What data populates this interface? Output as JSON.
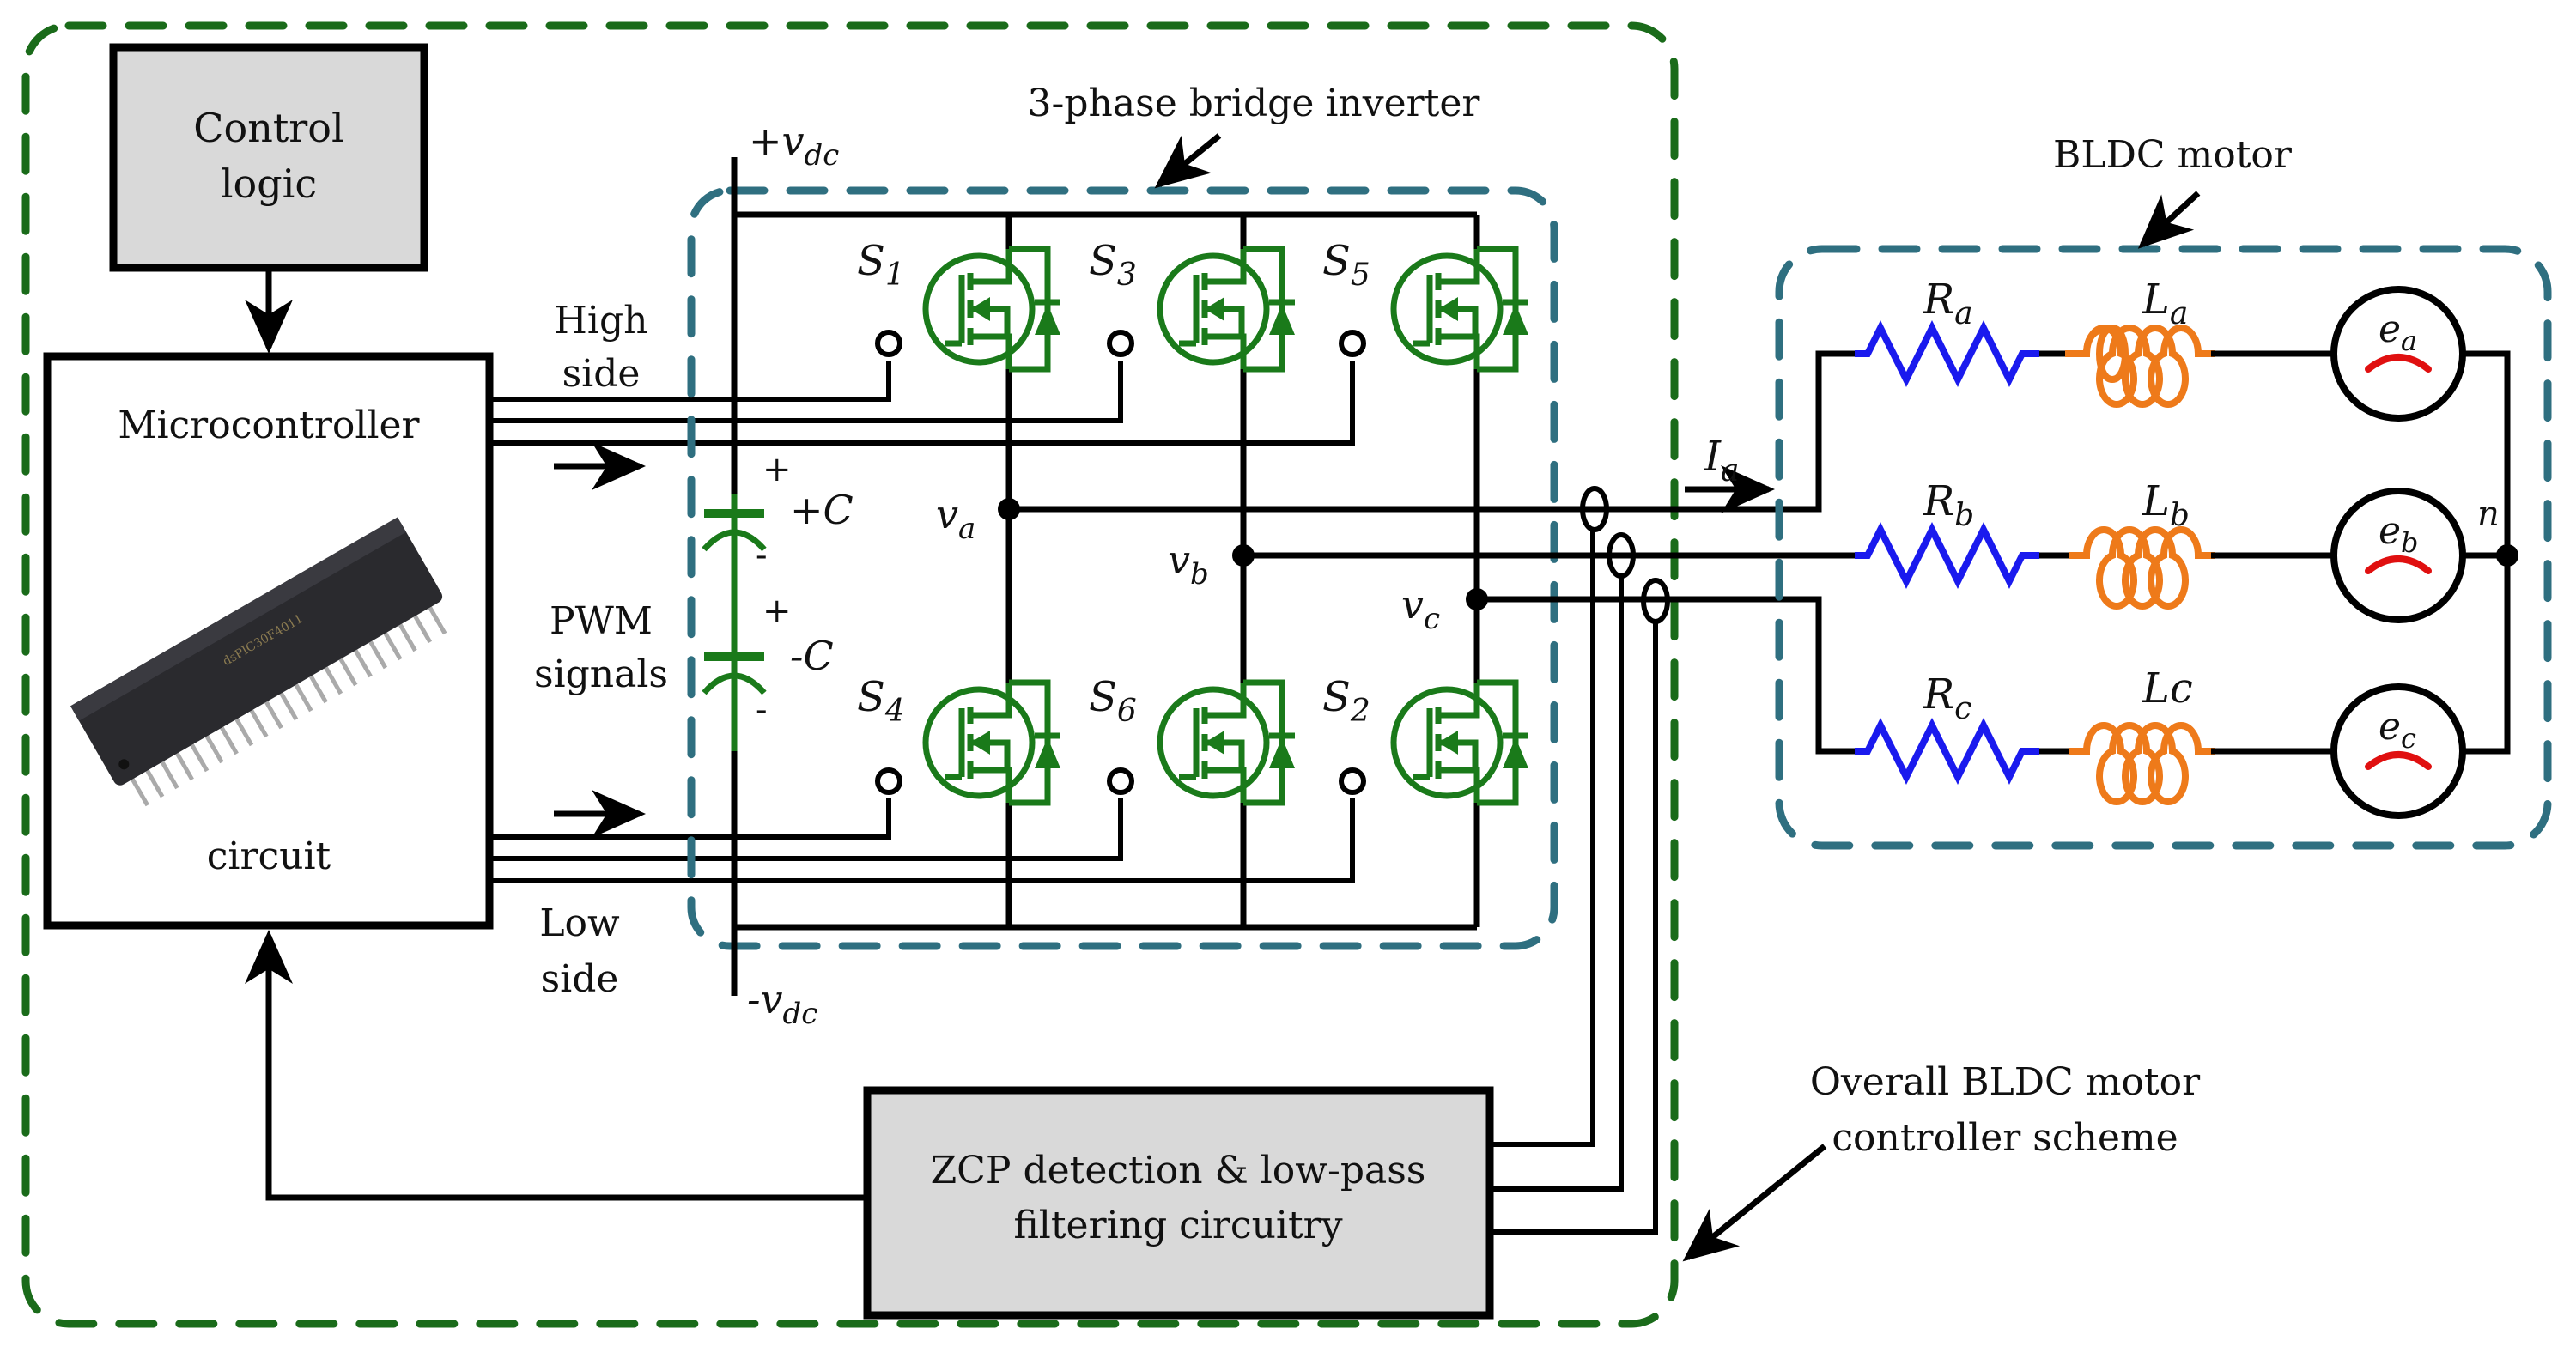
{
  "diagram": {
    "title": "BLDC motor controller block diagram",
    "blocks": {
      "control_logic": "Control logic",
      "control_logic_l1": "Control",
      "control_logic_l2": "logic",
      "microcontroller_top": "Microcontroller",
      "microcontroller_bottom": "circuit",
      "zcp_l1": "ZCP detection & low-pass",
      "zcp_l2": "filtering circuitry"
    },
    "labels": {
      "high_side_l1": "High",
      "high_side_l2": "side",
      "low_side_l1": "Low",
      "low_side_l2": "side",
      "pwm_l1": "PWM",
      "pwm_l2": "signals",
      "inverter_title": "3-phase bridge inverter",
      "motor_title": "BLDC motor",
      "overall_l1": "Overall BLDC motor",
      "overall_l2": "controller scheme",
      "vdc_pos": "+v",
      "vdc_pos_sub": "dc",
      "vdc_neg": "-v",
      "vdc_neg_sub": "dc",
      "cap_pos": "+C",
      "cap_neg": "-C",
      "plus": "+",
      "minus": "-",
      "current": "I",
      "current_sub": "a",
      "neutral": "n"
    },
    "switches": [
      {
        "name": "S",
        "sub": "1"
      },
      {
        "name": "S",
        "sub": "3"
      },
      {
        "name": "S",
        "sub": "5"
      },
      {
        "name": "S",
        "sub": "4"
      },
      {
        "name": "S",
        "sub": "6"
      },
      {
        "name": "S",
        "sub": "2"
      }
    ],
    "phase_nodes": [
      {
        "name": "v",
        "sub": "a"
      },
      {
        "name": "v",
        "sub": "b"
      },
      {
        "name": "v",
        "sub": "c"
      }
    ],
    "motor_phases": [
      {
        "R": "R",
        "R_sub": "a",
        "L": "L",
        "L_sub": "a",
        "e": "e",
        "e_sub": "a"
      },
      {
        "R": "R",
        "R_sub": "b",
        "L": "L",
        "L_sub": "b",
        "e": "e",
        "e_sub": "b"
      },
      {
        "R": "R",
        "R_sub": "c",
        "L": "Lc",
        "L_sub": "",
        "e": "e",
        "e_sub": "c"
      }
    ],
    "colors": {
      "outer_box": "#1a6b1a",
      "inner_boxes": "#2f6f80",
      "switch": "#1a7a1a",
      "resistor": "#1a1aee",
      "inductor": "#ee7a1a",
      "emf_sine": "#e01010",
      "block_fill": "#d9d9d9"
    }
  }
}
